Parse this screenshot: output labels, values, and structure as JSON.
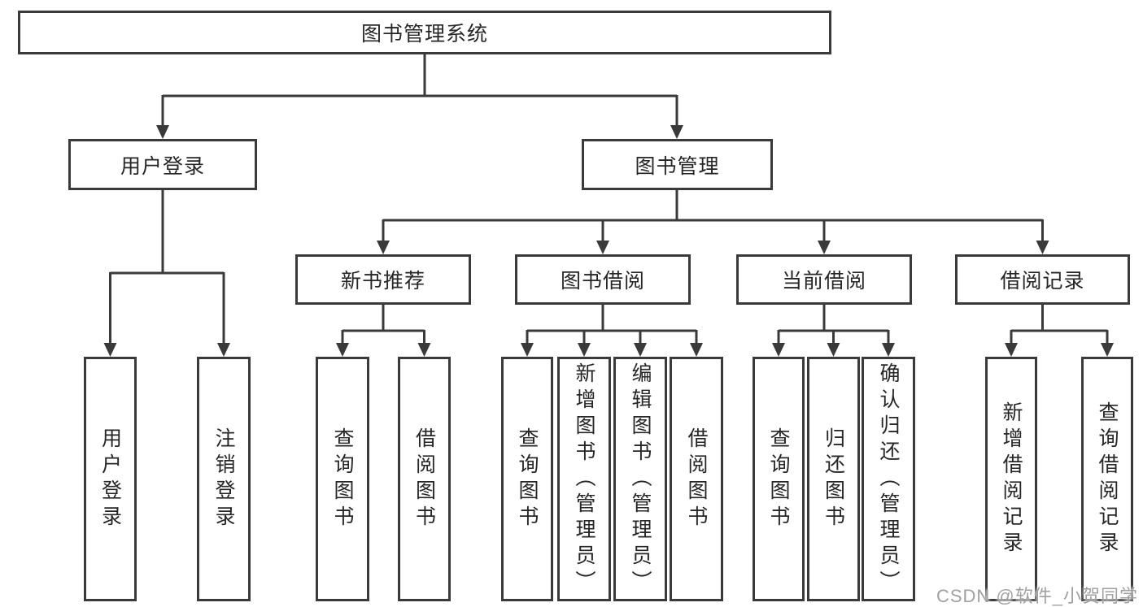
{
  "diagram": {
    "root": "图书管理系统",
    "level2": {
      "user_login": "用户登录",
      "book_mgmt": "图书管理"
    },
    "level3": {
      "new_book_rec": "新书推荐",
      "book_borrow": "图书借阅",
      "current_borrow": "当前借阅",
      "borrow_records": "借阅记录"
    },
    "leaves": {
      "user_login": [
        "用户登录",
        "注销登录"
      ],
      "new_book_rec": [
        "查询图书",
        "借阅图书"
      ],
      "book_borrow": [
        "查询图书",
        "新增图书（管理员）",
        "编辑图书（管理员）",
        "借阅图书"
      ],
      "current_borrow": [
        "查询图书",
        "归还图书",
        "确认归还（管理员）"
      ],
      "borrow_records": [
        "新增借阅记录",
        "查询借阅记录"
      ]
    },
    "watermark": "CSDN @软件_小贺同学",
    "colors": {
      "line": "#3a3a3a",
      "box_border": "#3a3a3a",
      "box_bg": "#ffffff",
      "text": "#262626",
      "watermark": "#a0a0a0",
      "background": "#ffffff"
    }
  }
}
